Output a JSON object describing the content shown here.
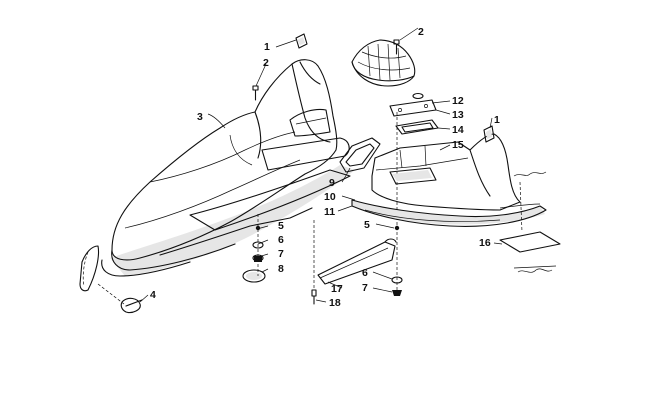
{
  "callouts": [
    "1",
    "2",
    "3",
    "1",
    "2",
    "4",
    "5",
    "6",
    "7",
    "8",
    "9",
    "10",
    "11",
    "12",
    "13",
    "14",
    "15",
    "16",
    "5",
    "6",
    "7",
    "17",
    "18"
  ]
}
